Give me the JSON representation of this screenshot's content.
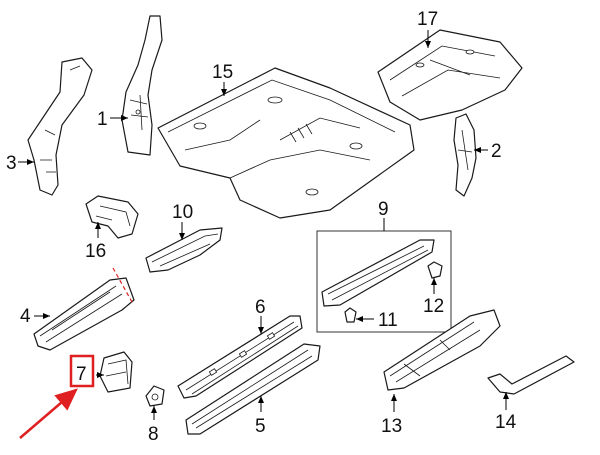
{
  "callouts": {
    "c1": "1",
    "c2": "2",
    "c3": "3",
    "c4": "4",
    "c5": "5",
    "c6": "6",
    "c7": "7",
    "c8": "8",
    "c9": "9",
    "c10": "10",
    "c11": "11",
    "c12": "12",
    "c13": "13",
    "c14": "14",
    "c15": "15",
    "c16": "16",
    "c17": "17"
  },
  "colors": {
    "highlight": "#e02020",
    "line": "#1a1a1a"
  },
  "highlighted_part": "7"
}
